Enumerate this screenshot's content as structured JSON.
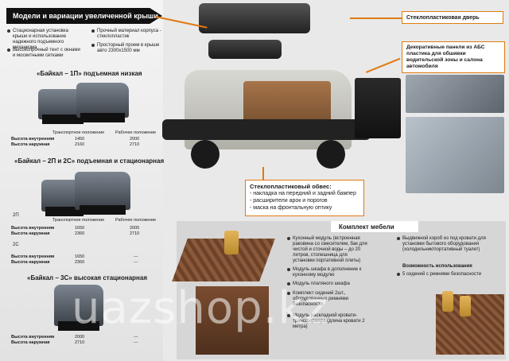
{
  "header": {
    "title": "Модели и вариации увеличенной крыши",
    "features": [
      "Стационарная установка крыши и использование надежного подъемного механизма",
      "Высокопрочный тент с окнами и москитными сетками",
      "Прочный материал корпуса - стеклопластик",
      "Просторный проем в крыше авто 2300x1500 мм"
    ]
  },
  "models": [
    {
      "title": "«Байкал – 1П» подъемная низкая",
      "col_transport": "Транспортное положение",
      "col_work": "Рабочее положение",
      "rows": [
        {
          "label": "Высота внутренняя",
          "transport": "1450",
          "work": "2000"
        },
        {
          "label": "Высота наружная",
          "transport": "2160",
          "work": "2710"
        }
      ]
    },
    {
      "title": "«Байкал – 2П и 2С» подъемная и стационарная",
      "sub1": "2П",
      "col_transport": "Транспортное положение",
      "col_work": "Рабочее положение",
      "rows": [
        {
          "label": "Высота внутренняя",
          "transport": "1650",
          "work": "2000"
        },
        {
          "label": "Высота наружная",
          "transport": "2360",
          "work": "2710"
        }
      ],
      "sub2": "2С",
      "rows2": [
        {
          "label": "Высота внутренняя",
          "transport": "1650",
          "work": "---"
        },
        {
          "label": "Высота наружная",
          "transport": "2360",
          "work": "---"
        }
      ]
    },
    {
      "title": "«Байкал – 3С» высокая стационарная",
      "rows": [
        {
          "label": "Высота внутренняя",
          "transport": "2000",
          "work": "---"
        },
        {
          "label": "Высота наружная",
          "transport": "2710",
          "work": "---"
        }
      ]
    }
  ],
  "callouts": {
    "door": "Стеклопластиковая дверь",
    "panels": "Декоративные панели из АБС пластика для обшивки водительской зоны и салона автомобиля",
    "bodykit_title": "Стеклопластиковый обвес:",
    "bodykit_items": [
      "- накладка на передний и задний бампер",
      "- расширители арок и порогов",
      "- маска на фронтальную оптику"
    ]
  },
  "furniture": {
    "title": "Комплект мебели",
    "left_items": [
      "Кухонный модуль (встроенная раковина со смесителем, бак для чистой и сточной воды – до 20 литров, столешница для установки портативной плиты)",
      "Модуль шкафа в дополнение к кухонному модулю",
      "Модуль платяного шкафа",
      "Комплект сидений 2шт., оборудованных ремнями безопасности",
      "Модуль раскладной кровати-трансформера (длина кровати 2 метра)"
    ],
    "right_items": [
      "Выдвижной короб из под кровати для установки бытового оборудования (холодильник/портативный туалет)",
      "Возможность использования",
      "5 сидений с ремнями безопасности"
    ]
  },
  "watermark": "uazshop.kz",
  "colors": {
    "accent": "#e07a10",
    "dark": "#111111"
  }
}
